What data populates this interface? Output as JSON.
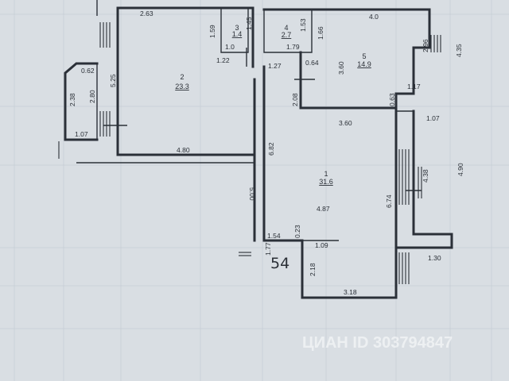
{
  "plan": {
    "apartment_number": "54",
    "watermark": "ЦИАН  ID 303794847",
    "rooms": [
      {
        "number": "1",
        "area": "31.6"
      },
      {
        "number": "2",
        "area": "23.3"
      },
      {
        "number": "3",
        "area": "1.4"
      },
      {
        "number": "4",
        "area": "2.7"
      },
      {
        "number": "5",
        "area": "14.9"
      }
    ],
    "dimensions": {
      "d263": "2.63",
      "d159": "1.59",
      "d10": "1.0",
      "d145": "1.45",
      "d122": "1.22",
      "d153": "1.53",
      "d166": "1.66",
      "d179": "1.79",
      "d40": "4.0",
      "d296": "2.96",
      "d435": "4.35",
      "d127": "1.27",
      "d064": "0.64",
      "d360a": "3.60",
      "d117": "1.17",
      "d062": "0.62",
      "d525": "5.25",
      "d238": "2.38",
      "d280": "2.80",
      "d107a": "1.07",
      "d208": "2.08",
      "d063": "0.63",
      "d360b": "3.60",
      "d107b": "1.07",
      "d682": "6.82",
      "d480": "4.80",
      "d438": "4.38",
      "d490": "4.90",
      "d500": "5.00",
      "d487": "4.87",
      "d674": "6.74",
      "d154": "1.54",
      "d023": "0.23",
      "d109": "1.09",
      "d177": "1.77",
      "d218": "2.18",
      "d318": "3.18",
      "d130": "1.30"
    }
  }
}
